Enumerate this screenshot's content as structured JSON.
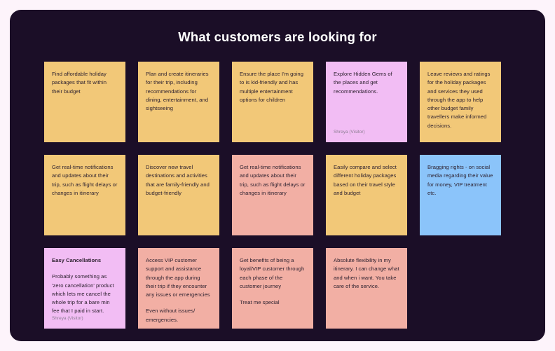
{
  "board": {
    "title": "What customers are looking for",
    "background_color": "#1b0e27",
    "page_background_color": "#fdf4fb"
  },
  "palette": {
    "amber": "#f2c878",
    "pink": "#f2bdf4",
    "salmon": "#f2afa4",
    "blue": "#8bc4fa",
    "text": "#2e2230",
    "attribution": "#8c7e92",
    "title": "#ffffff"
  },
  "rows": [
    {
      "cards": [
        {
          "color": "amber",
          "heading": "",
          "paragraphs": [
            "Find affordable holiday packages that fit within their budget"
          ],
          "attribution": ""
        },
        {
          "color": "amber",
          "heading": "",
          "paragraphs": [
            "Plan and create itineraries for their trip, including recommendations for dining, entertainment, and sightseeing"
          ],
          "attribution": ""
        },
        {
          "color": "amber",
          "heading": "",
          "paragraphs": [
            "Ensure the place I'm going to is kid-friendly and has multiple entertainment options for children"
          ],
          "attribution": ""
        },
        {
          "color": "pink",
          "heading": "",
          "paragraphs": [
            "Explore Hidden Gems of the places and get recommendations."
          ],
          "attribution": "Shreya (Visitor)"
        },
        {
          "color": "amber",
          "heading": "",
          "paragraphs": [
            "Leave reviews and ratings for the holiday packages and services they used through the app to help other budget family travellers make informed decisions."
          ],
          "attribution": ""
        }
      ]
    },
    {
      "cards": [
        {
          "color": "amber",
          "heading": "",
          "paragraphs": [
            "Get real-time notifications and updates about their trip, such as flight delays or changes in itinerary"
          ],
          "attribution": ""
        },
        {
          "color": "amber",
          "heading": "",
          "paragraphs": [
            "Discover new travel destinations and activities that are family-friendly and budget-friendly"
          ],
          "attribution": ""
        },
        {
          "color": "salmon",
          "heading": "",
          "paragraphs": [
            "Get real-time notifications and updates about their trip, such as flight delays or changes in itinerary"
          ],
          "attribution": ""
        },
        {
          "color": "amber",
          "heading": "",
          "paragraphs": [
            "Easily compare and select different holiday packages based on their travel style and budget"
          ],
          "attribution": ""
        },
        {
          "color": "blue",
          "heading": "",
          "paragraphs": [
            "Bragging rights - on social media regarding their value for money, VIP treatment etc."
          ],
          "attribution": ""
        }
      ]
    },
    {
      "cards": [
        {
          "color": "pink",
          "heading": "Easy Cancellations",
          "paragraphs": [
            "Probably something as 'zero cancellation' product which lets me cancel the whole trip for a bare min fee that I paid in start."
          ],
          "attribution": "Shreya (Visitor)"
        },
        {
          "color": "salmon",
          "heading": "",
          "paragraphs": [
            "Access VIP customer support and assistance through the app during their trip if they encounter any issues or emergencies",
            "Even without issues/ emergencies."
          ],
          "attribution": ""
        },
        {
          "color": "salmon",
          "heading": "",
          "paragraphs": [
            "Get benefits of being a loyal/VIP customer through each phase of the customer journey",
            "Treat me special"
          ],
          "attribution": ""
        },
        {
          "color": "salmon",
          "heading": "",
          "paragraphs": [
            "Absolute flexibility in my itinerary. I can change what and when i want. You take care of the service."
          ],
          "attribution": ""
        }
      ]
    }
  ]
}
